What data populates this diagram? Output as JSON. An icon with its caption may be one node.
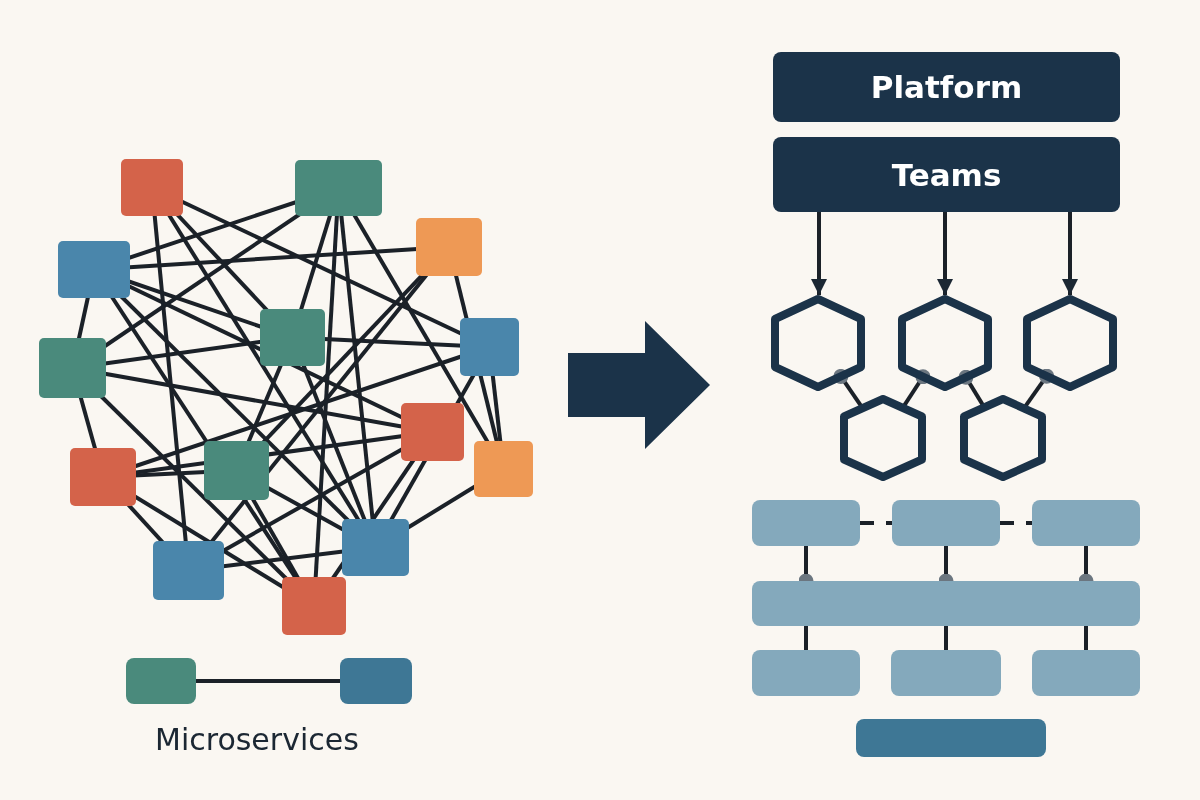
{
  "diagram": {
    "nodes": [
      {
        "text": [],
        "shape": "picture"
      },
      {
        "text": [],
        "shape": "box"
      },
      {
        "text": [],
        "shape": "box"
      },
      {
        "text": [
          "Platform"
        ]
      },
      {
        "text": [
          "Teams"
        ]
      },
      {
        "text": [],
        "shape": "hexagon"
      },
      {
        "text": [],
        "shape": "hexagon"
      },
      {
        "text": [],
        "shape": "hexagon"
      },
      {
        "text": [],
        "shape": "hexagon"
      },
      {
        "text": [],
        "shape": "hexagon"
      },
      {
        "text": [],
        "shape": "box"
      },
      {
        "text": [],
        "shape": "box"
      },
      {
        "text": [],
        "shape": "box"
      },
      {
        "text": [],
        "shape": "bar"
      },
      {
        "text": [],
        "shape": "box"
      },
      {
        "text": [],
        "shape": "box"
      },
      {
        "text": [],
        "shape": "box"
      },
      {
        "text": [],
        "shape": "box"
      }
    ],
    "edges": [
      {
        "from": 1,
        "to": 2,
        "arrow": "none"
      },
      {
        "from": 0,
        "to": null,
        "arrow": "to",
        "style": "thick"
      },
      {
        "from": 4,
        "to": 5,
        "arrow": "to"
      },
      {
        "from": 4,
        "to": 6,
        "arrow": "to"
      },
      {
        "from": 4,
        "to": 7,
        "arrow": "to"
      },
      {
        "from": 8,
        "to": 5,
        "arrow": "other"
      },
      {
        "from": 8,
        "to": 6,
        "arrow": "other"
      },
      {
        "from": 9,
        "to": 6,
        "arrow": "other"
      },
      {
        "from": 9,
        "to": 7,
        "arrow": "other"
      },
      {
        "from": 10,
        "to": 11,
        "arrow": "none",
        "style": "dashed"
      },
      {
        "from": 11,
        "to": 12,
        "arrow": "none",
        "style": "dashed"
      },
      {
        "from": 10,
        "to": 13,
        "arrow": "other"
      },
      {
        "from": 11,
        "to": 13,
        "arrow": "other"
      },
      {
        "from": 12,
        "to": 13,
        "arrow": "other"
      },
      {
        "from": 13,
        "to": 14,
        "arrow": "none"
      },
      {
        "from": 13,
        "to": 15,
        "arrow": "none"
      },
      {
        "from": 13,
        "to": 16,
        "arrow": "none"
      }
    ],
    "labels": [
      "Microservices"
    ]
  }
}
